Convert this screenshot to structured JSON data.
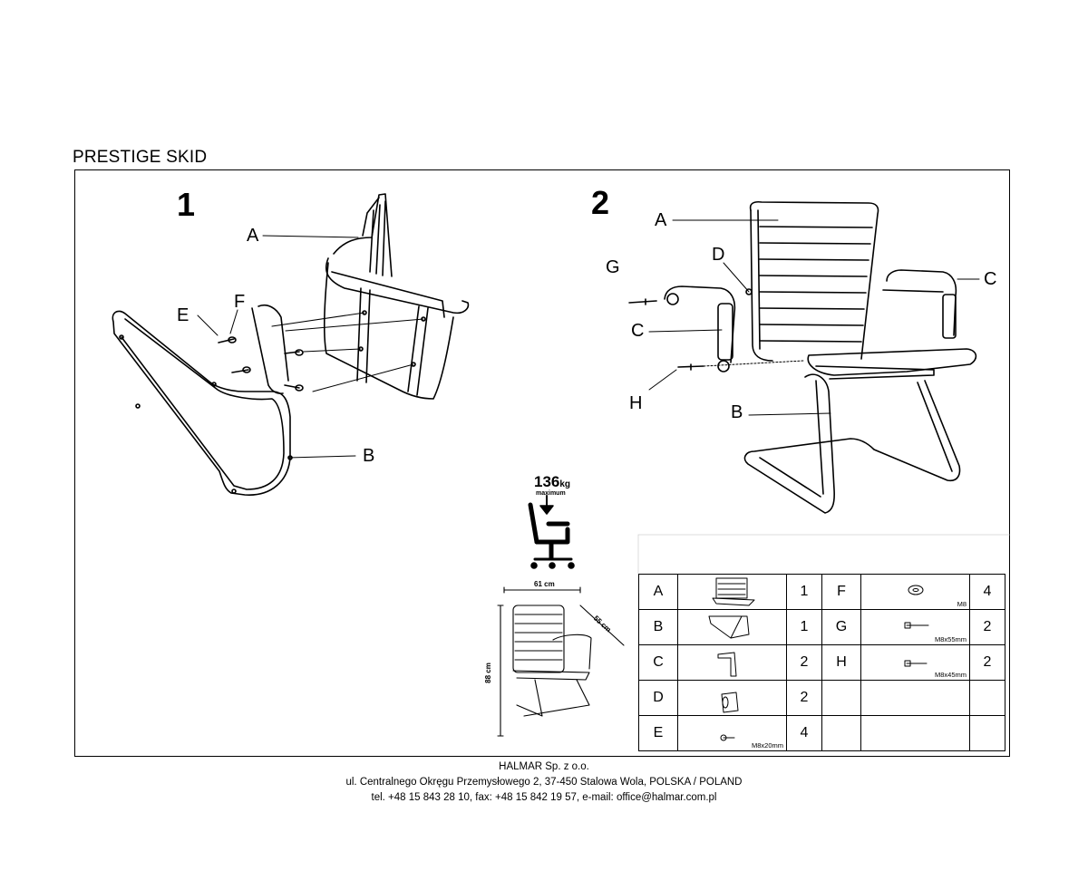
{
  "document": {
    "title": "PRESTIGE SKID",
    "steps": [
      "1",
      "2"
    ]
  },
  "step1_labels": {
    "A": "A",
    "B": "B",
    "E": "E",
    "F": "F"
  },
  "step2_labels": {
    "A": "A",
    "B": "B",
    "C_left": "C",
    "C_right": "C",
    "D": "D",
    "G": "G",
    "H": "H"
  },
  "load": {
    "value": "136",
    "unit": "kg",
    "note": "maximum"
  },
  "dimensions": {
    "width": "61 cm",
    "depth": "55 cm",
    "height": "88 cm"
  },
  "parts": [
    {
      "left": {
        "letter": "A",
        "spec": "",
        "qty": "1"
      },
      "right": {
        "letter": "F",
        "spec": "M8",
        "qty": "4"
      }
    },
    {
      "left": {
        "letter": "B",
        "spec": "",
        "qty": "1"
      },
      "right": {
        "letter": "G",
        "spec": "M8x55mm",
        "qty": "2"
      }
    },
    {
      "left": {
        "letter": "C",
        "spec": "",
        "qty": "2"
      },
      "right": {
        "letter": "H",
        "spec": "M8x45mm",
        "qty": "2"
      }
    },
    {
      "left": {
        "letter": "D",
        "spec": "",
        "qty": "2"
      },
      "right": {
        "letter": "",
        "spec": "",
        "qty": ""
      }
    },
    {
      "left": {
        "letter": "E",
        "spec": "M8x20mm",
        "qty": "4"
      },
      "right": {
        "letter": "",
        "spec": "",
        "qty": ""
      }
    }
  ],
  "footer": {
    "company": "HALMAR Sp. z o.o.",
    "address": "ul. Centralnego Okręgu Przemysłowego 2, 37-450 Stalowa Wola, POLSKA / POLAND",
    "contact": "tel. +48 15 843 28 10, fax: +48 15 842 19 57, e-mail: office@halmar.com.pl"
  }
}
